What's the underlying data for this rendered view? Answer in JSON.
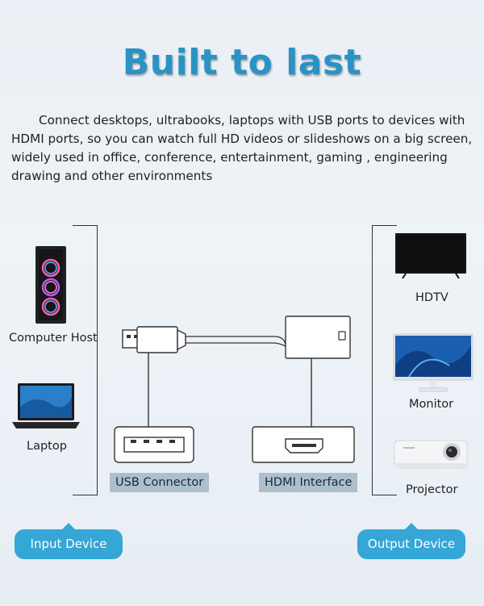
{
  "title": "Built to last",
  "description": "Connect desktops, ultrabooks, laptops with USB ports to devices with HDMI ports, so you can watch full HD videos or slideshows on a big screen, widely used in office, conference, entertainment, gaming , engineering drawing and other environments",
  "input_devices": {
    "computer_host": "Computer Host",
    "laptop": "Laptop"
  },
  "output_devices": {
    "hdtv": "HDTV",
    "monitor": "Monitor",
    "projector": "Projector"
  },
  "connectors": {
    "usb": "USB Connector",
    "hdmi": "HDMI Interface"
  },
  "buttons": {
    "input": "Input Device",
    "output": "Output Device"
  },
  "colors": {
    "title": "#2a93c6",
    "button": "#35a6d6",
    "tag": "#aebfcc"
  }
}
